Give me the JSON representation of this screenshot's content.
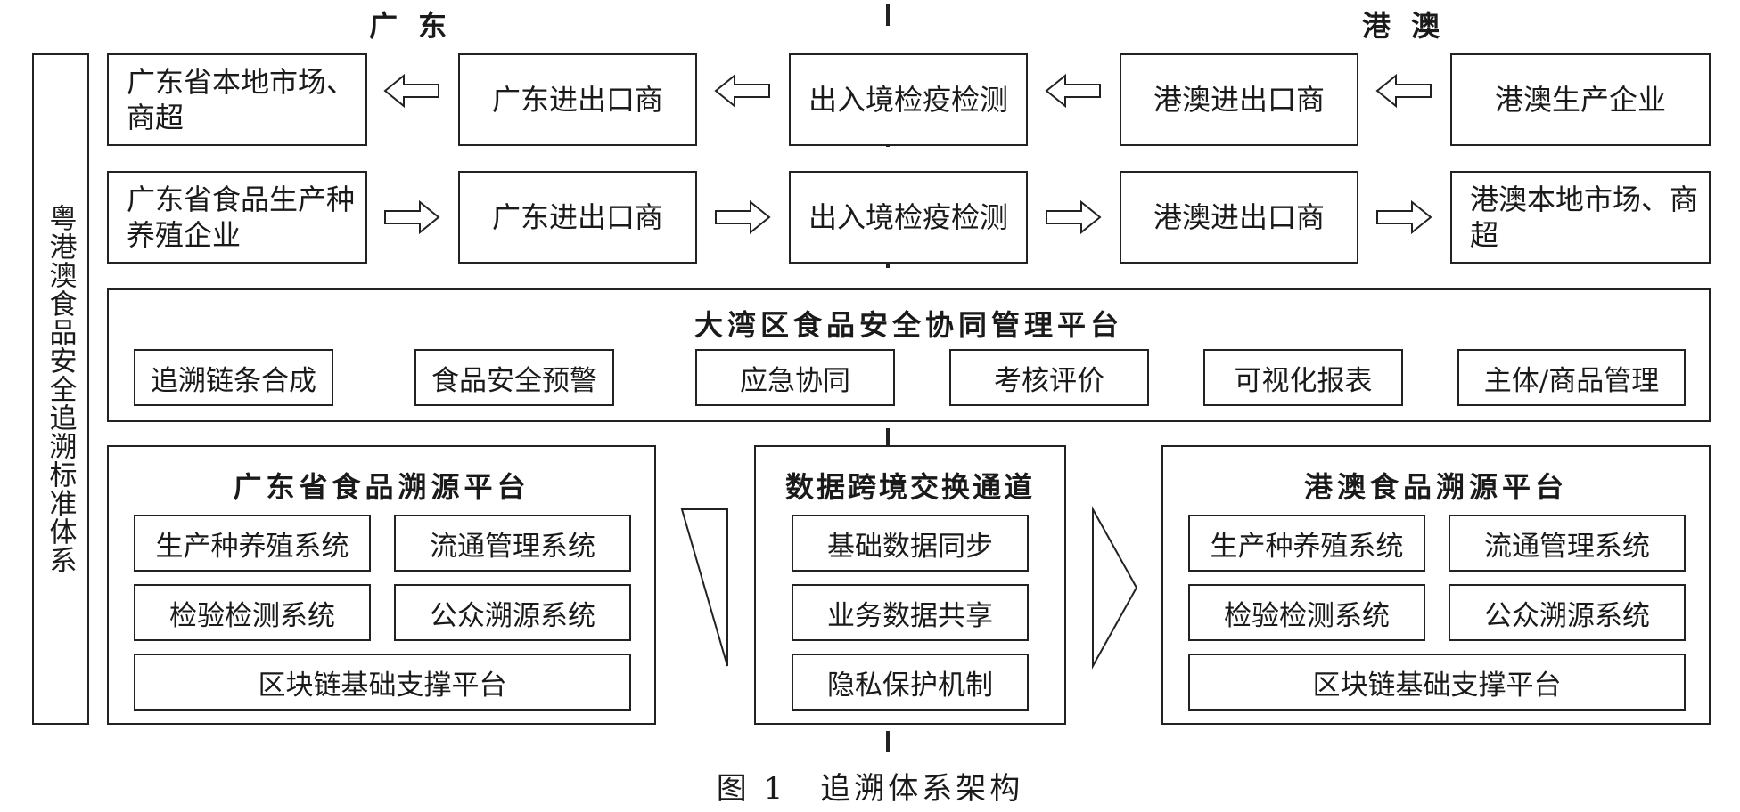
{
  "headers": {
    "left": "广 东",
    "right": "港 澳"
  },
  "side_title": "粤港澳食品安全追溯标准体系",
  "flow_rows": [
    {
      "direction": "to-left",
      "boxes": [
        "广东省本地市场、商超",
        "广东进出口商",
        "出入境检疫检测",
        "港澳进出口商",
        "港澳生产企业"
      ]
    },
    {
      "direction": "to-right",
      "boxes": [
        "广东省食品生产种养殖企业",
        "广东进出口商",
        "出入境检疫检测",
        "港澳进出口商",
        "港澳本地市场、商超"
      ]
    }
  ],
  "bay_platform": {
    "title": "大湾区食品安全协同管理平台",
    "items": [
      "追溯链条合成",
      "食品安全预警",
      "应急协同",
      "考核评价",
      "可视化报表",
      "主体/商品管理"
    ]
  },
  "gd_platform": {
    "title": "广东省食品溯源平台",
    "items": [
      "生产种养殖系统",
      "流通管理系统",
      "检验检测系统",
      "公众溯源系统"
    ],
    "base": "区块链基础支撑平台"
  },
  "exchange": {
    "title": "数据跨境交换通道",
    "items": [
      "基础数据同步",
      "业务数据共享",
      "隐私保护机制"
    ]
  },
  "hk_platform": {
    "title": "港澳食品溯源平台",
    "items": [
      "生产种养殖系统",
      "流通管理系统",
      "检验检测系统",
      "公众溯源系统"
    ],
    "base": "区块链基础支撑平台"
  },
  "caption": "图 1　追溯体系架构"
}
